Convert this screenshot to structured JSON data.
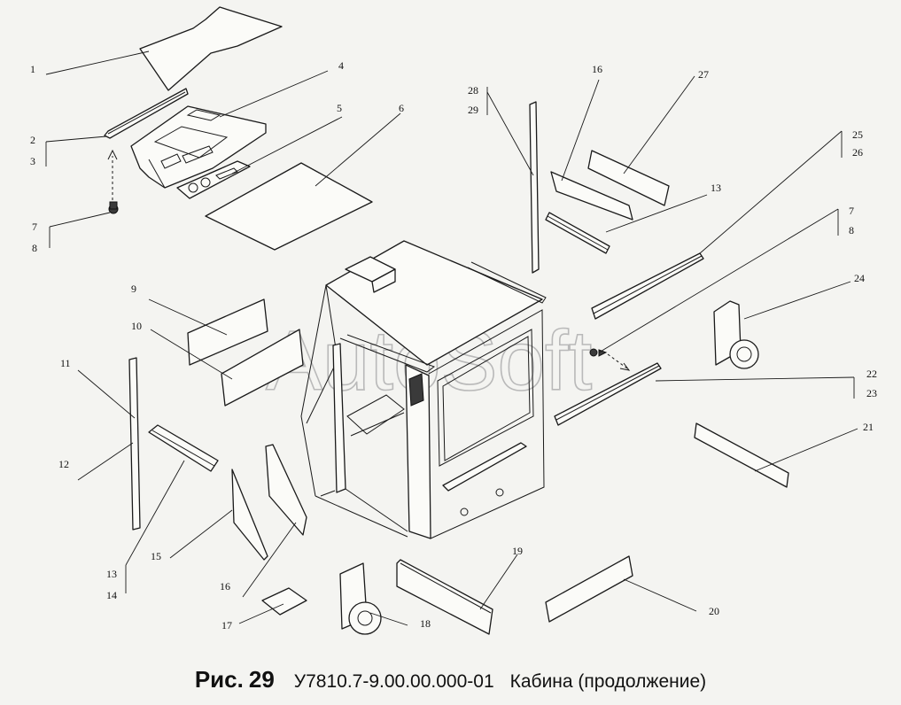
{
  "watermark": "AutoSoft",
  "caption": {
    "figure_prefix": "Рис.",
    "figure_number": "29",
    "document_code": "У7810.7-9.00.00.000-01",
    "title": "Кабина (продолжение)"
  },
  "callouts": {
    "c1": "1",
    "c2": "2",
    "c3": "3",
    "c4": "4",
    "c5": "5",
    "c6": "6",
    "c7a": "7",
    "c8a": "8",
    "c9": "9",
    "c10": "10",
    "c11": "11",
    "c12": "12",
    "c13a": "13",
    "c14": "14",
    "c15": "15",
    "c16a": "16",
    "c17": "17",
    "c18": "18",
    "c19": "19",
    "c20": "20",
    "c21": "21",
    "c22": "22",
    "c23": "23",
    "c24": "24",
    "c25": "25",
    "c26": "26",
    "c27": "27",
    "c28": "28",
    "c29": "29",
    "c16b": "16",
    "c13b": "13",
    "c7b": "7",
    "c8b": "8"
  }
}
